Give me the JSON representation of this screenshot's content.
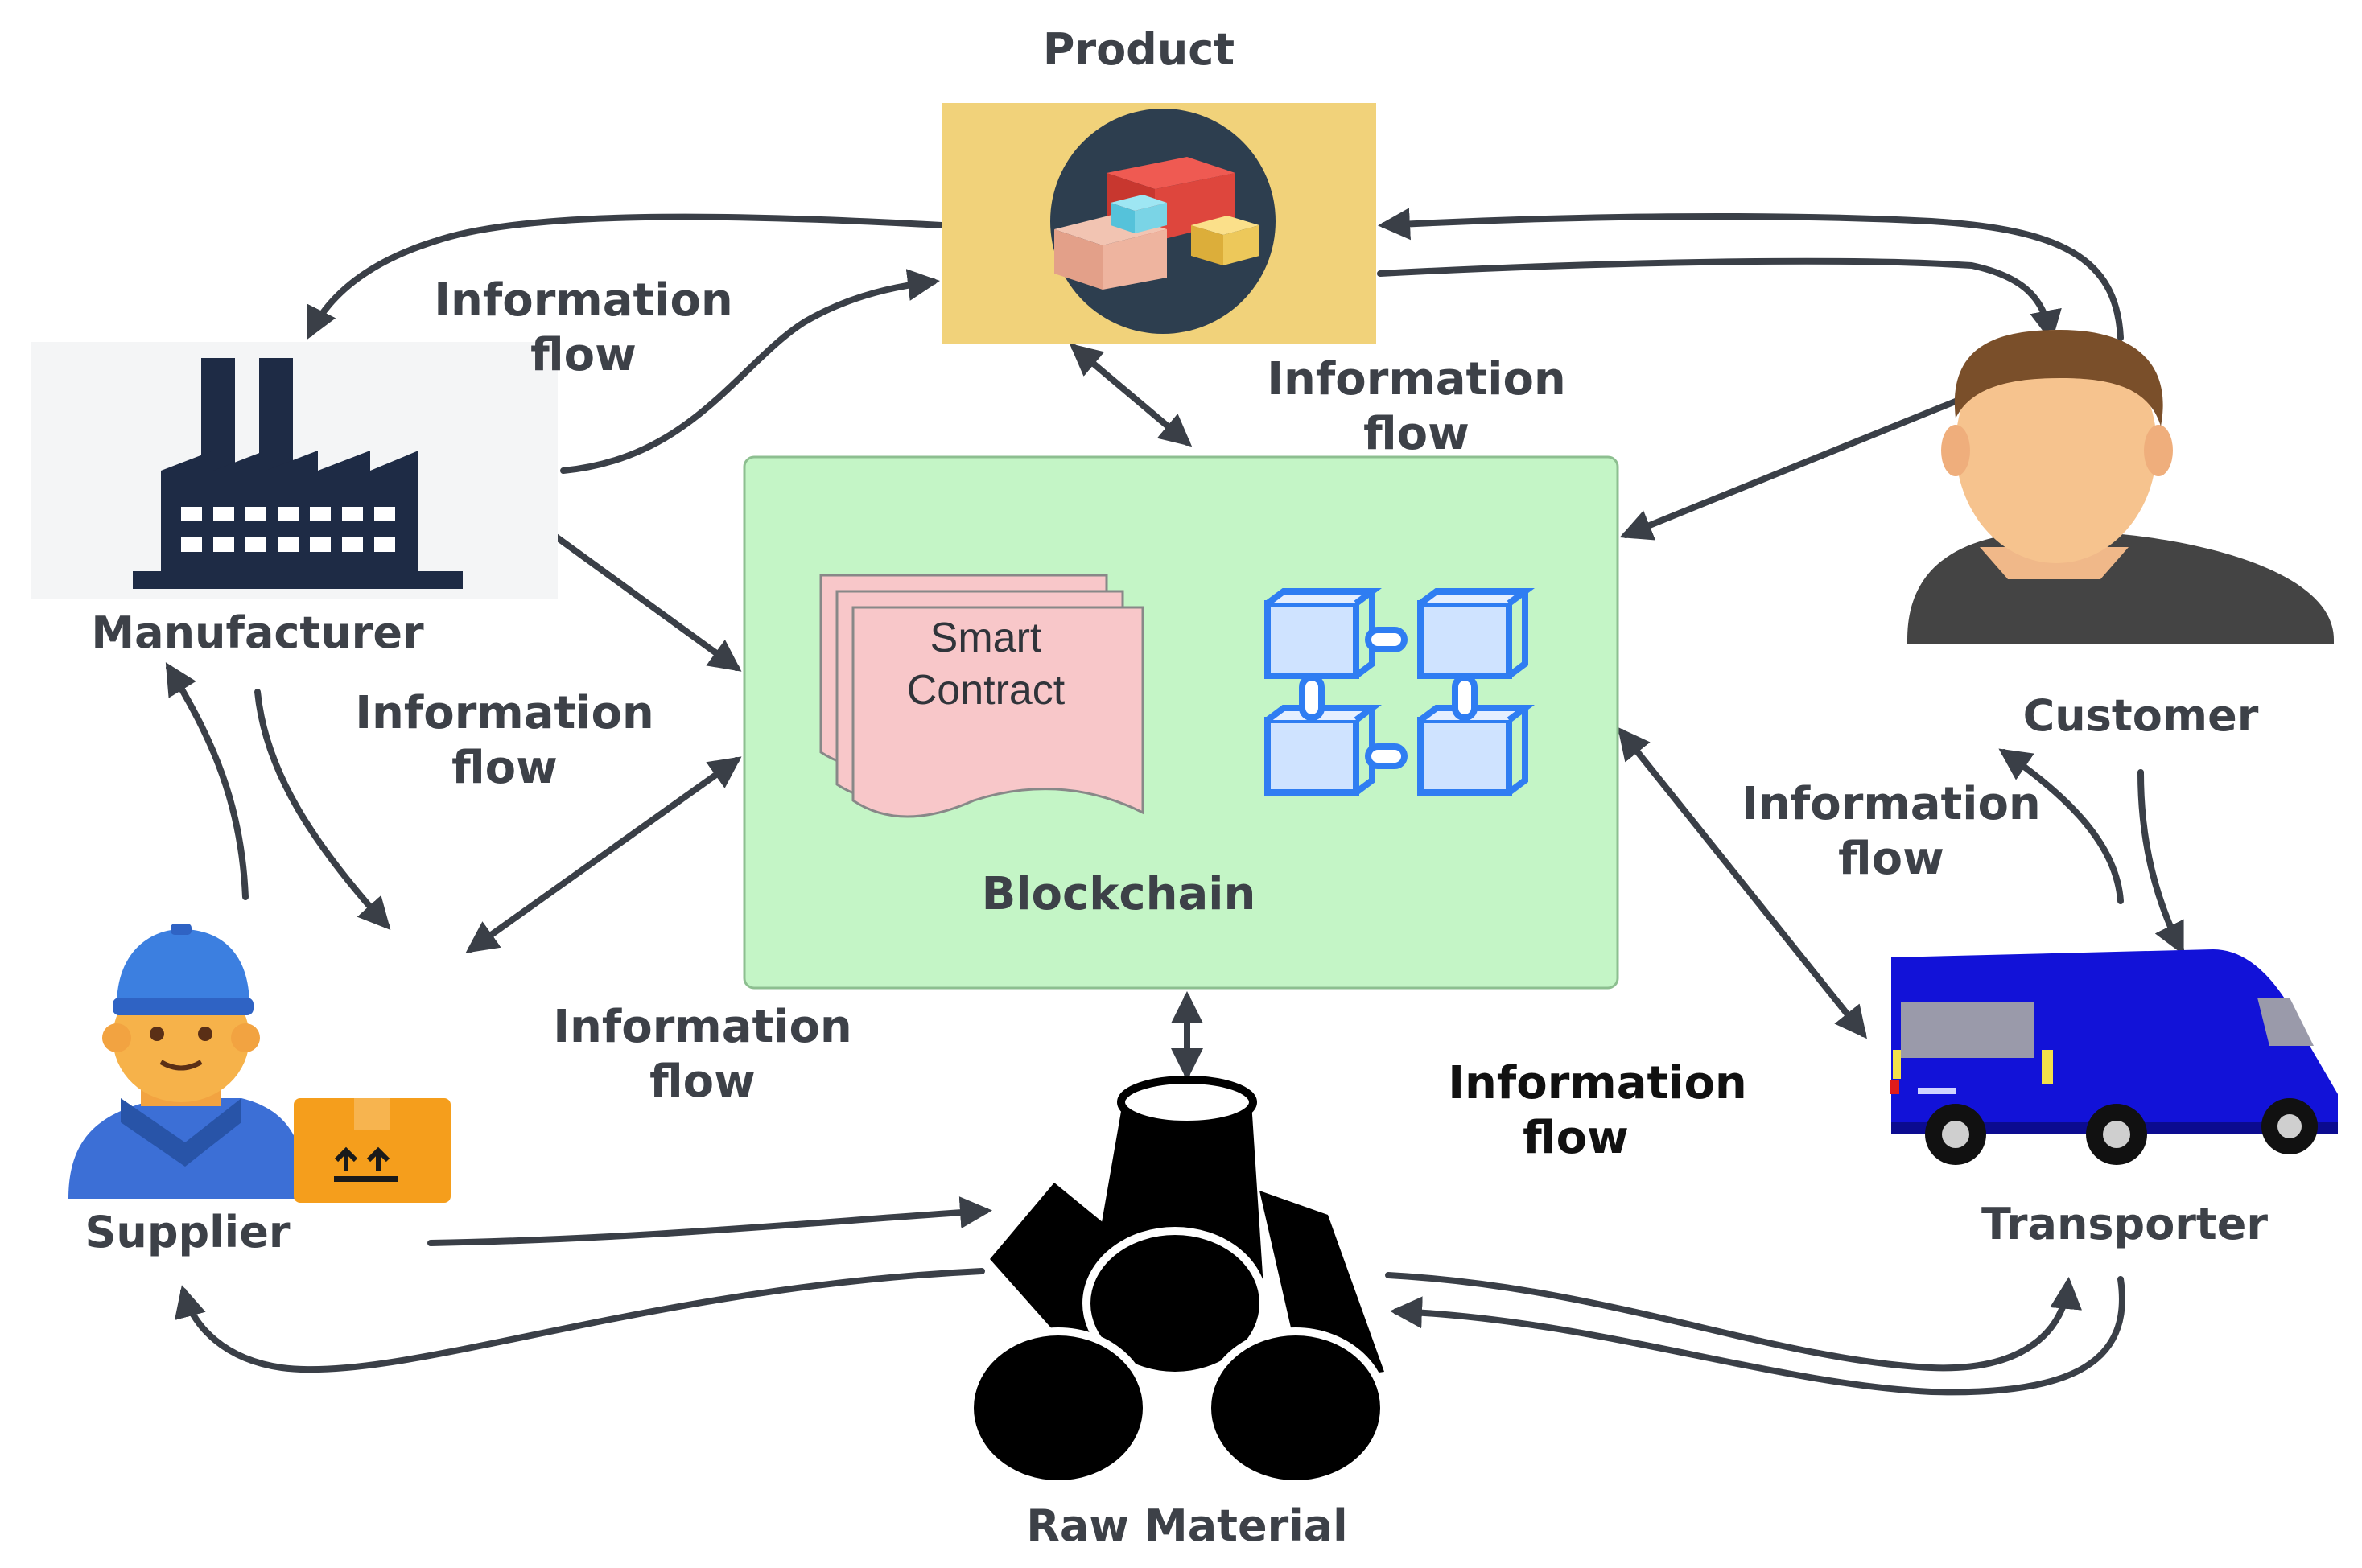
{
  "nodes": {
    "product": "Product",
    "manufacturer": "Manufacturer",
    "customer": "Customer",
    "supplier": "Supplier",
    "transporter": "Transporter",
    "raw_material": "Raw Material",
    "blockchain": "Blockchain",
    "smart_contract_line1": "Smart",
    "smart_contract_line2": "Contract"
  },
  "flow_labels": [
    {
      "line1": "Information",
      "line2": "flow"
    },
    {
      "line1": "Information",
      "line2": "flow"
    },
    {
      "line1": "Information",
      "line2": "flow"
    },
    {
      "line1": "Information",
      "line2": "flow"
    },
    {
      "line1": "Information",
      "line2": "flow"
    },
    {
      "line1": "Information",
      "line2": "flow"
    }
  ],
  "colors": {
    "product_bg": "#f1d27a",
    "blockchain_bg": "#c4f5c6",
    "contract_page": "#f8c7c9",
    "chain_blue": "#2f7df2",
    "factory": "#1e2b45",
    "van": "#1212d8",
    "arrow": "#3a3f47"
  },
  "icons": {
    "product": "boxes-icon",
    "manufacturer": "factory-icon",
    "customer": "person-icon",
    "supplier": "worker-icon",
    "transporter": "van-icon",
    "raw_material": "pipes-icon",
    "blockchain": "chain-blocks-icon",
    "smart_contract": "document-stack-icon"
  }
}
